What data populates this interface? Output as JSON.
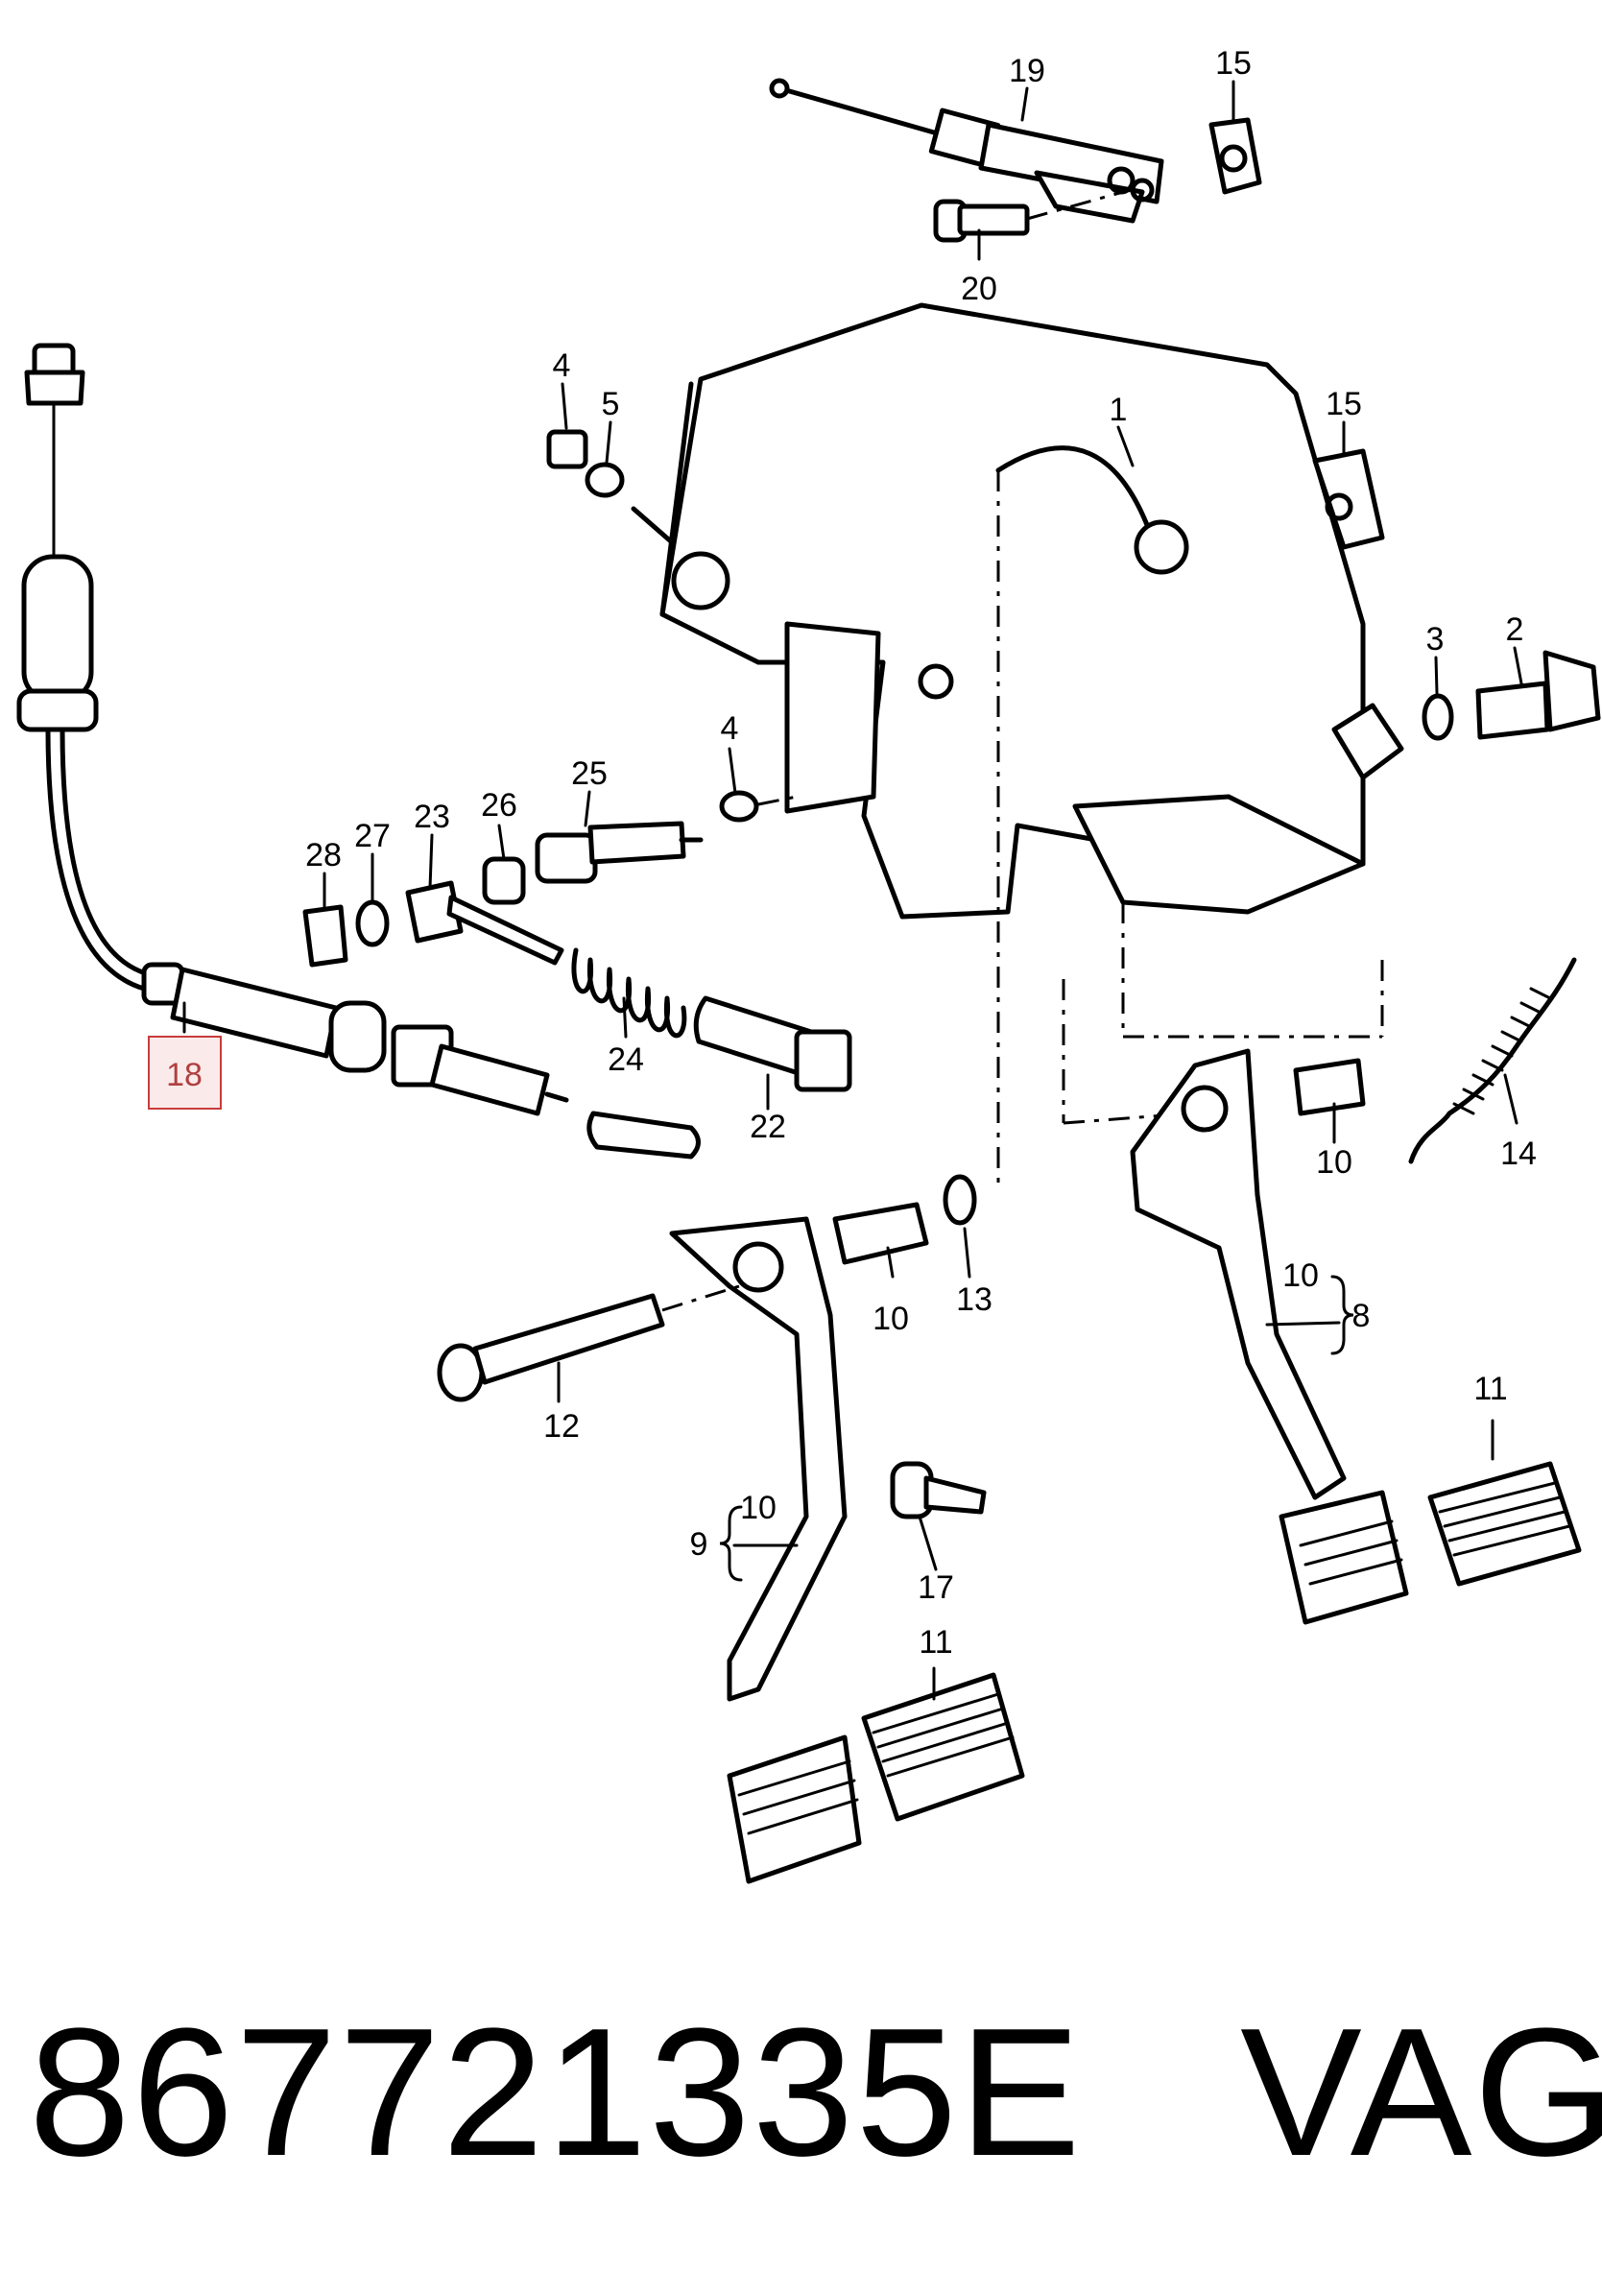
{
  "diagram": {
    "callouts": {
      "c19": "19",
      "c15a": "15",
      "c20": "20",
      "c4a": "4",
      "c5": "5",
      "c1": "1",
      "c15b": "15",
      "c3": "3",
      "c2": "2",
      "c4b": "4",
      "c25": "25",
      "c26": "26",
      "c23": "23",
      "c27": "27",
      "c28": "28",
      "c24": "24",
      "c22": "22",
      "c18": "18",
      "c10a": "10",
      "c14": "14",
      "c10b": "10",
      "c13": "13",
      "c8": "8",
      "c10c": "10",
      "c12": "12",
      "c11a": "11",
      "c10d": "10",
      "c9": "9",
      "c17": "17",
      "c11b": "11"
    },
    "highlighted_part": "18"
  },
  "caption": {
    "part_number": "867721335E",
    "brand": "VAG"
  },
  "colors": {
    "line": "#000000",
    "highlight_border": "#c83c3c",
    "highlight_fill": "#fbeaea"
  }
}
